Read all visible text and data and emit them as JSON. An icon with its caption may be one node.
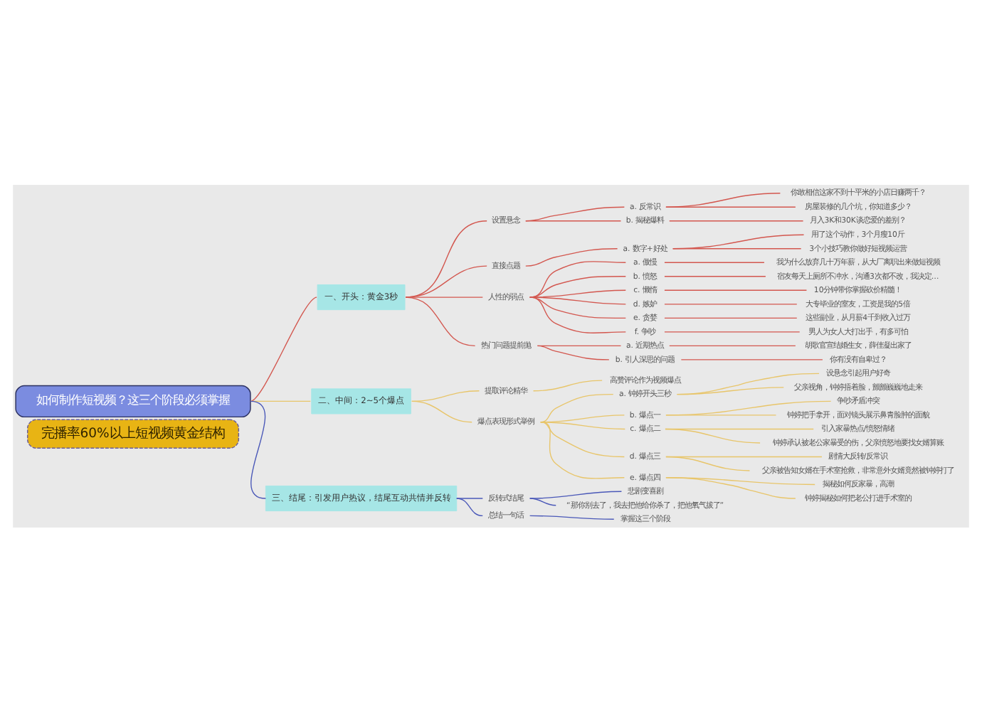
{
  "diagram": {
    "nodes": [
      {
        "text": [
          "完播率60%以上短视频黄金结构"
        ]
      },
      {
        "text": [
          "如何制作短视频？这三个阶段必须掌握"
        ]
      },
      {
        "text": [
          "一、开头：黄金3秒"
        ]
      },
      {
        "text": [
          "设置悬念"
        ]
      },
      {
        "text": [
          "a. 反常识"
        ]
      },
      {
        "text": [
          "你敢相信这家不到十平米的小店日赚两千？"
        ]
      },
      {
        "text": [
          "房屋装修的几个坑，你知道多少？"
        ]
      },
      {
        "text": [
          "b. 揭秘爆料"
        ]
      },
      {
        "text": [
          "月入3K和30K谈恋爱的差别？"
        ]
      },
      {
        "text": [
          "直接点题"
        ]
      },
      {
        "text": [
          "a. 数字+好处"
        ]
      },
      {
        "text": [
          "用了这个动作，3个月瘦10斤"
        ]
      },
      {
        "text": [
          "3个小技巧教你做好短视频运营"
        ]
      },
      {
        "text": [
          "人性的弱点"
        ]
      },
      {
        "text": [
          "a. 傲慢"
        ]
      },
      {
        "text": [
          "我为什么放弃几十万年薪，从大厂离职出来做短视频"
        ]
      },
      {
        "text": [
          "b. 愤怒"
        ]
      },
      {
        "text": [
          "宿友每天上厕所不冲水，沟通3次都不改，我决定…"
        ]
      },
      {
        "text": [
          "c. 懒惰"
        ]
      },
      {
        "text": [
          "10分钟带你掌握砍价精髓！"
        ]
      },
      {
        "text": [
          "d. 嫉妒"
        ]
      },
      {
        "text": [
          "大专毕业的室友，工资是我的5倍"
        ]
      },
      {
        "text": [
          "e. 贪婪"
        ]
      },
      {
        "text": [
          "这些副业，从月薪4千到收入过万"
        ]
      },
      {
        "text": [
          "f. 争吵"
        ]
      },
      {
        "text": [
          "男人为女人大打出手，有多可怕"
        ]
      },
      {
        "text": [
          "热门问题提前抛"
        ]
      },
      {
        "text": [
          "a. 近期热点"
        ]
      },
      {
        "text": [
          "胡歌官宣结婚生女，薛佳凝出家了"
        ]
      },
      {
        "text": [
          "b. 引人深思的问题"
        ]
      },
      {
        "text": [
          "你有没有自卑过？"
        ]
      },
      {
        "text": [
          "二、中间：2~5个爆点"
        ]
      },
      {
        "text": [
          "提取评论精华"
        ]
      },
      {
        "text": [
          "高赞评论作为视频爆点"
        ]
      },
      {
        "text": [
          "爆点表现形式举例"
        ]
      },
      {
        "text": [
          "a. 钟婷开头三秒"
        ]
      },
      {
        "text": [
          "设悬念引起用户好奇"
        ]
      },
      {
        "text": [
          "父亲视角，钟婷捂着脸，颤颤巍巍地走来"
        ]
      },
      {
        "text": [
          "b. 爆点一"
        ]
      },
      {
        "text": [
          "争吵矛盾冲突"
        ]
      },
      {
        "text": [
          "钟婷把手拿开，面对镜头展示鼻青脸肿的面貌"
        ]
      },
      {
        "text": [
          "c. 爆点二"
        ]
      },
      {
        "text": [
          "引入家暴热点/愤怒情绪"
        ]
      },
      {
        "text": [
          "钟婷承认被老公家暴受的伤，父亲愤怒地要找女婿算账"
        ]
      },
      {
        "text": [
          "d. 爆点三"
        ]
      },
      {
        "text": [
          "剧情大反转/反常识"
        ]
      },
      {
        "text": [
          "父亲被告知女婿在手术室抢救，非常意外女婿竟然被钟婷打了"
        ]
      },
      {
        "text": [
          "e. 爆点四"
        ]
      },
      {
        "text": [
          "揭秘如何反家暴，高潮"
        ]
      },
      {
        "text": [
          "钟婷揭秘如何把老公打进手术室的"
        ]
      },
      {
        "text": [
          "三、结尾：引发用户热议，结尾互动共情并反转"
        ]
      },
      {
        "text": [
          "反转式结尾"
        ]
      },
      {
        "text": [
          "悲剧变喜剧"
        ]
      },
      {
        "text": [
          "“那你别去了，我去把他给你杀了，把他氧气拔了”"
        ]
      },
      {
        "text": [
          "总结一句话"
        ]
      },
      {
        "text": [
          "掌握这三个阶段"
        ]
      }
    ],
    "edges": [
      {
        "from": 1,
        "to": 2,
        "arrow": "none"
      },
      {
        "from": 2,
        "to": 3,
        "arrow": "none"
      },
      {
        "from": 3,
        "to": 4,
        "arrow": "none"
      },
      {
        "from": 4,
        "to": 5,
        "arrow": "none"
      },
      {
        "from": 4,
        "to": 6,
        "arrow": "none"
      },
      {
        "from": 3,
        "to": 7,
        "arrow": "none"
      },
      {
        "from": 7,
        "to": 8,
        "arrow": "none"
      },
      {
        "from": 2,
        "to": 9,
        "arrow": "none"
      },
      {
        "from": 9,
        "to": 10,
        "arrow": "none"
      },
      {
        "from": 10,
        "to": 11,
        "arrow": "none"
      },
      {
        "from": 10,
        "to": 12,
        "arrow": "none"
      },
      {
        "from": 2,
        "to": 13,
        "arrow": "none"
      },
      {
        "from": 13,
        "to": 14,
        "arrow": "none"
      },
      {
        "from": 14,
        "to": 15,
        "arrow": "none"
      },
      {
        "from": 13,
        "to": 16,
        "arrow": "none"
      },
      {
        "from": 16,
        "to": 17,
        "arrow": "none"
      },
      {
        "from": 13,
        "to": 18,
        "arrow": "none"
      },
      {
        "from": 18,
        "to": 19,
        "arrow": "none"
      },
      {
        "from": 13,
        "to": 20,
        "arrow": "none"
      },
      {
        "from": 20,
        "to": 21,
        "arrow": "none"
      },
      {
        "from": 13,
        "to": 22,
        "arrow": "none"
      },
      {
        "from": 22,
        "to": 23,
        "arrow": "none"
      },
      {
        "from": 13,
        "to": 24,
        "arrow": "none"
      },
      {
        "from": 24,
        "to": 25,
        "arrow": "none"
      },
      {
        "from": 2,
        "to": 26,
        "arrow": "none"
      },
      {
        "from": 26,
        "to": 27,
        "arrow": "none"
      },
      {
        "from": 27,
        "to": 28,
        "arrow": "none"
      },
      {
        "from": 26,
        "to": 29,
        "arrow": "none"
      },
      {
        "from": 29,
        "to": 30,
        "arrow": "none"
      },
      {
        "from": 1,
        "to": 31,
        "arrow": "none",
        "color": "#e8c56a"
      },
      {
        "from": 31,
        "to": 32,
        "arrow": "none",
        "color": "#e8c56a"
      },
      {
        "from": 32,
        "to": 33,
        "arrow": "none",
        "color": "#e8c56a"
      },
      {
        "from": 31,
        "to": 34,
        "arrow": "none",
        "color": "#e8c56a"
      },
      {
        "from": 34,
        "to": 35,
        "arrow": "none",
        "color": "#e8c56a"
      },
      {
        "from": 35,
        "to": 36,
        "arrow": "none",
        "color": "#e8c56a"
      },
      {
        "from": 35,
        "to": 37,
        "arrow": "none",
        "color": "#e8c56a"
      },
      {
        "from": 34,
        "to": 38,
        "arrow": "none",
        "color": "#e8c56a"
      },
      {
        "from": 38,
        "to": 39,
        "arrow": "none",
        "color": "#e8c56a"
      },
      {
        "from": 38,
        "to": 40,
        "arrow": "none",
        "color": "#e8c56a"
      },
      {
        "from": 34,
        "to": 41,
        "arrow": "none",
        "color": "#e8c56a"
      },
      {
        "from": 41,
        "to": 42,
        "arrow": "none",
        "color": "#e8c56a"
      },
      {
        "from": 41,
        "to": 43,
        "arrow": "none",
        "color": "#e8c56a"
      },
      {
        "from": 34,
        "to": 44,
        "arrow": "none",
        "color": "#e8c56a"
      },
      {
        "from": 44,
        "to": 45,
        "arrow": "none",
        "color": "#e8c56a"
      },
      {
        "from": 44,
        "to": 46,
        "arrow": "none",
        "color": "#e8c56a"
      },
      {
        "from": 34,
        "to": 47,
        "arrow": "none",
        "color": "#e8c56a"
      },
      {
        "from": 47,
        "to": 48,
        "arrow": "none",
        "color": "#e8c56a"
      },
      {
        "from": 47,
        "to": 49,
        "arrow": "none",
        "color": "#e8c56a"
      },
      {
        "from": 1,
        "to": 50,
        "arrow": "none",
        "color": "#4a58b8"
      },
      {
        "from": 50,
        "to": 51,
        "arrow": "none",
        "color": "#4a58b8"
      },
      {
        "from": 51,
        "to": 52,
        "arrow": "none",
        "color": "#4a58b8"
      },
      {
        "from": 51,
        "to": 53,
        "arrow": "none",
        "color": "#4a58b8"
      },
      {
        "from": 50,
        "to": 54,
        "arrow": "none",
        "color": "#4a58b8"
      },
      {
        "from": 54,
        "to": 55,
        "arrow": "none",
        "color": "#4a58b8"
      }
    ]
  }
}
